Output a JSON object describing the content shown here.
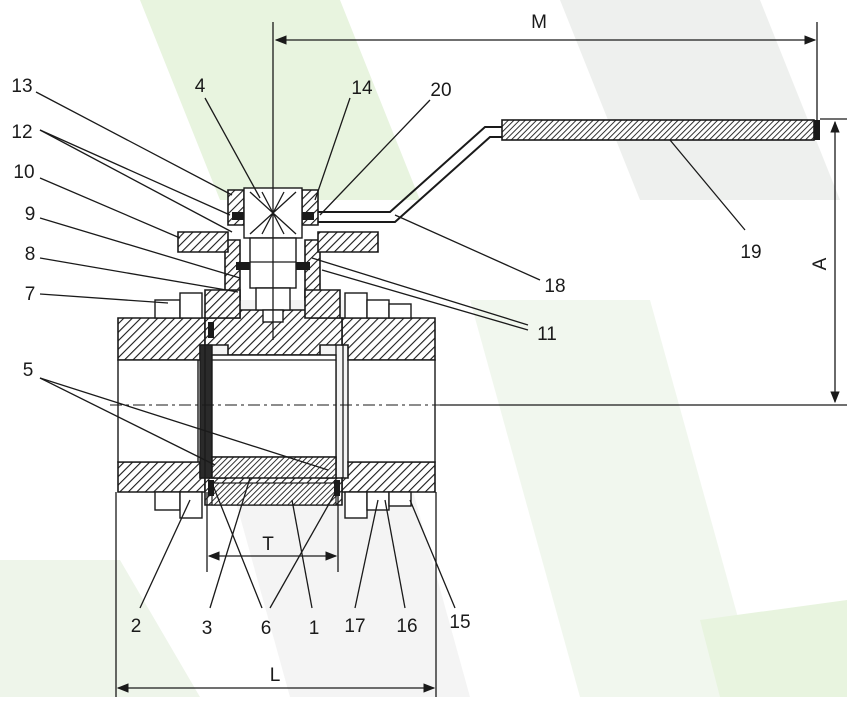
{
  "watermark_color": "#e6f3dc",
  "dimensions": {
    "M": "M",
    "A": "A",
    "T": "T",
    "L": "L"
  },
  "part_labels": {
    "p1": "1",
    "p2": "2",
    "p3": "3",
    "p4": "4",
    "p5": "5",
    "p6": "6",
    "p7": "7",
    "p8": "8",
    "p9": "9",
    "p10": "10",
    "p11": "11",
    "p12": "12",
    "p13": "13",
    "p14": "14",
    "p15": "15",
    "p16": "16",
    "p17": "17",
    "p18": "18",
    "p19": "19",
    "p20": "20"
  }
}
